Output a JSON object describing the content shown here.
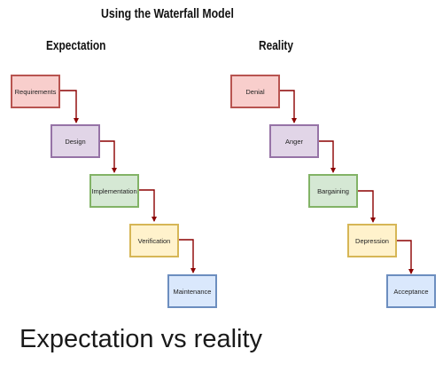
{
  "title": "Using the Waterfall Model",
  "expectation": {
    "heading": "Expectation",
    "steps": [
      "Requirements",
      "Design",
      "Implementation",
      "Verification",
      "Maintenance"
    ]
  },
  "reality": {
    "heading": "Reality",
    "steps": [
      "Denial",
      "Anger",
      "Bargaining",
      "Depression",
      "Acceptance"
    ]
  },
  "step_colors": [
    {
      "fill": "#f8cecc",
      "stroke": "#b85450"
    },
    {
      "fill": "#e1d5e7",
      "stroke": "#9673a6"
    },
    {
      "fill": "#d5e8d4",
      "stroke": "#82b366"
    },
    {
      "fill": "#fff2cc",
      "stroke": "#d6b656"
    },
    {
      "fill": "#dae8fc",
      "stroke": "#6c8ebf"
    }
  ],
  "connector_color": "#8b0000",
  "caption": "Expectation vs reality"
}
